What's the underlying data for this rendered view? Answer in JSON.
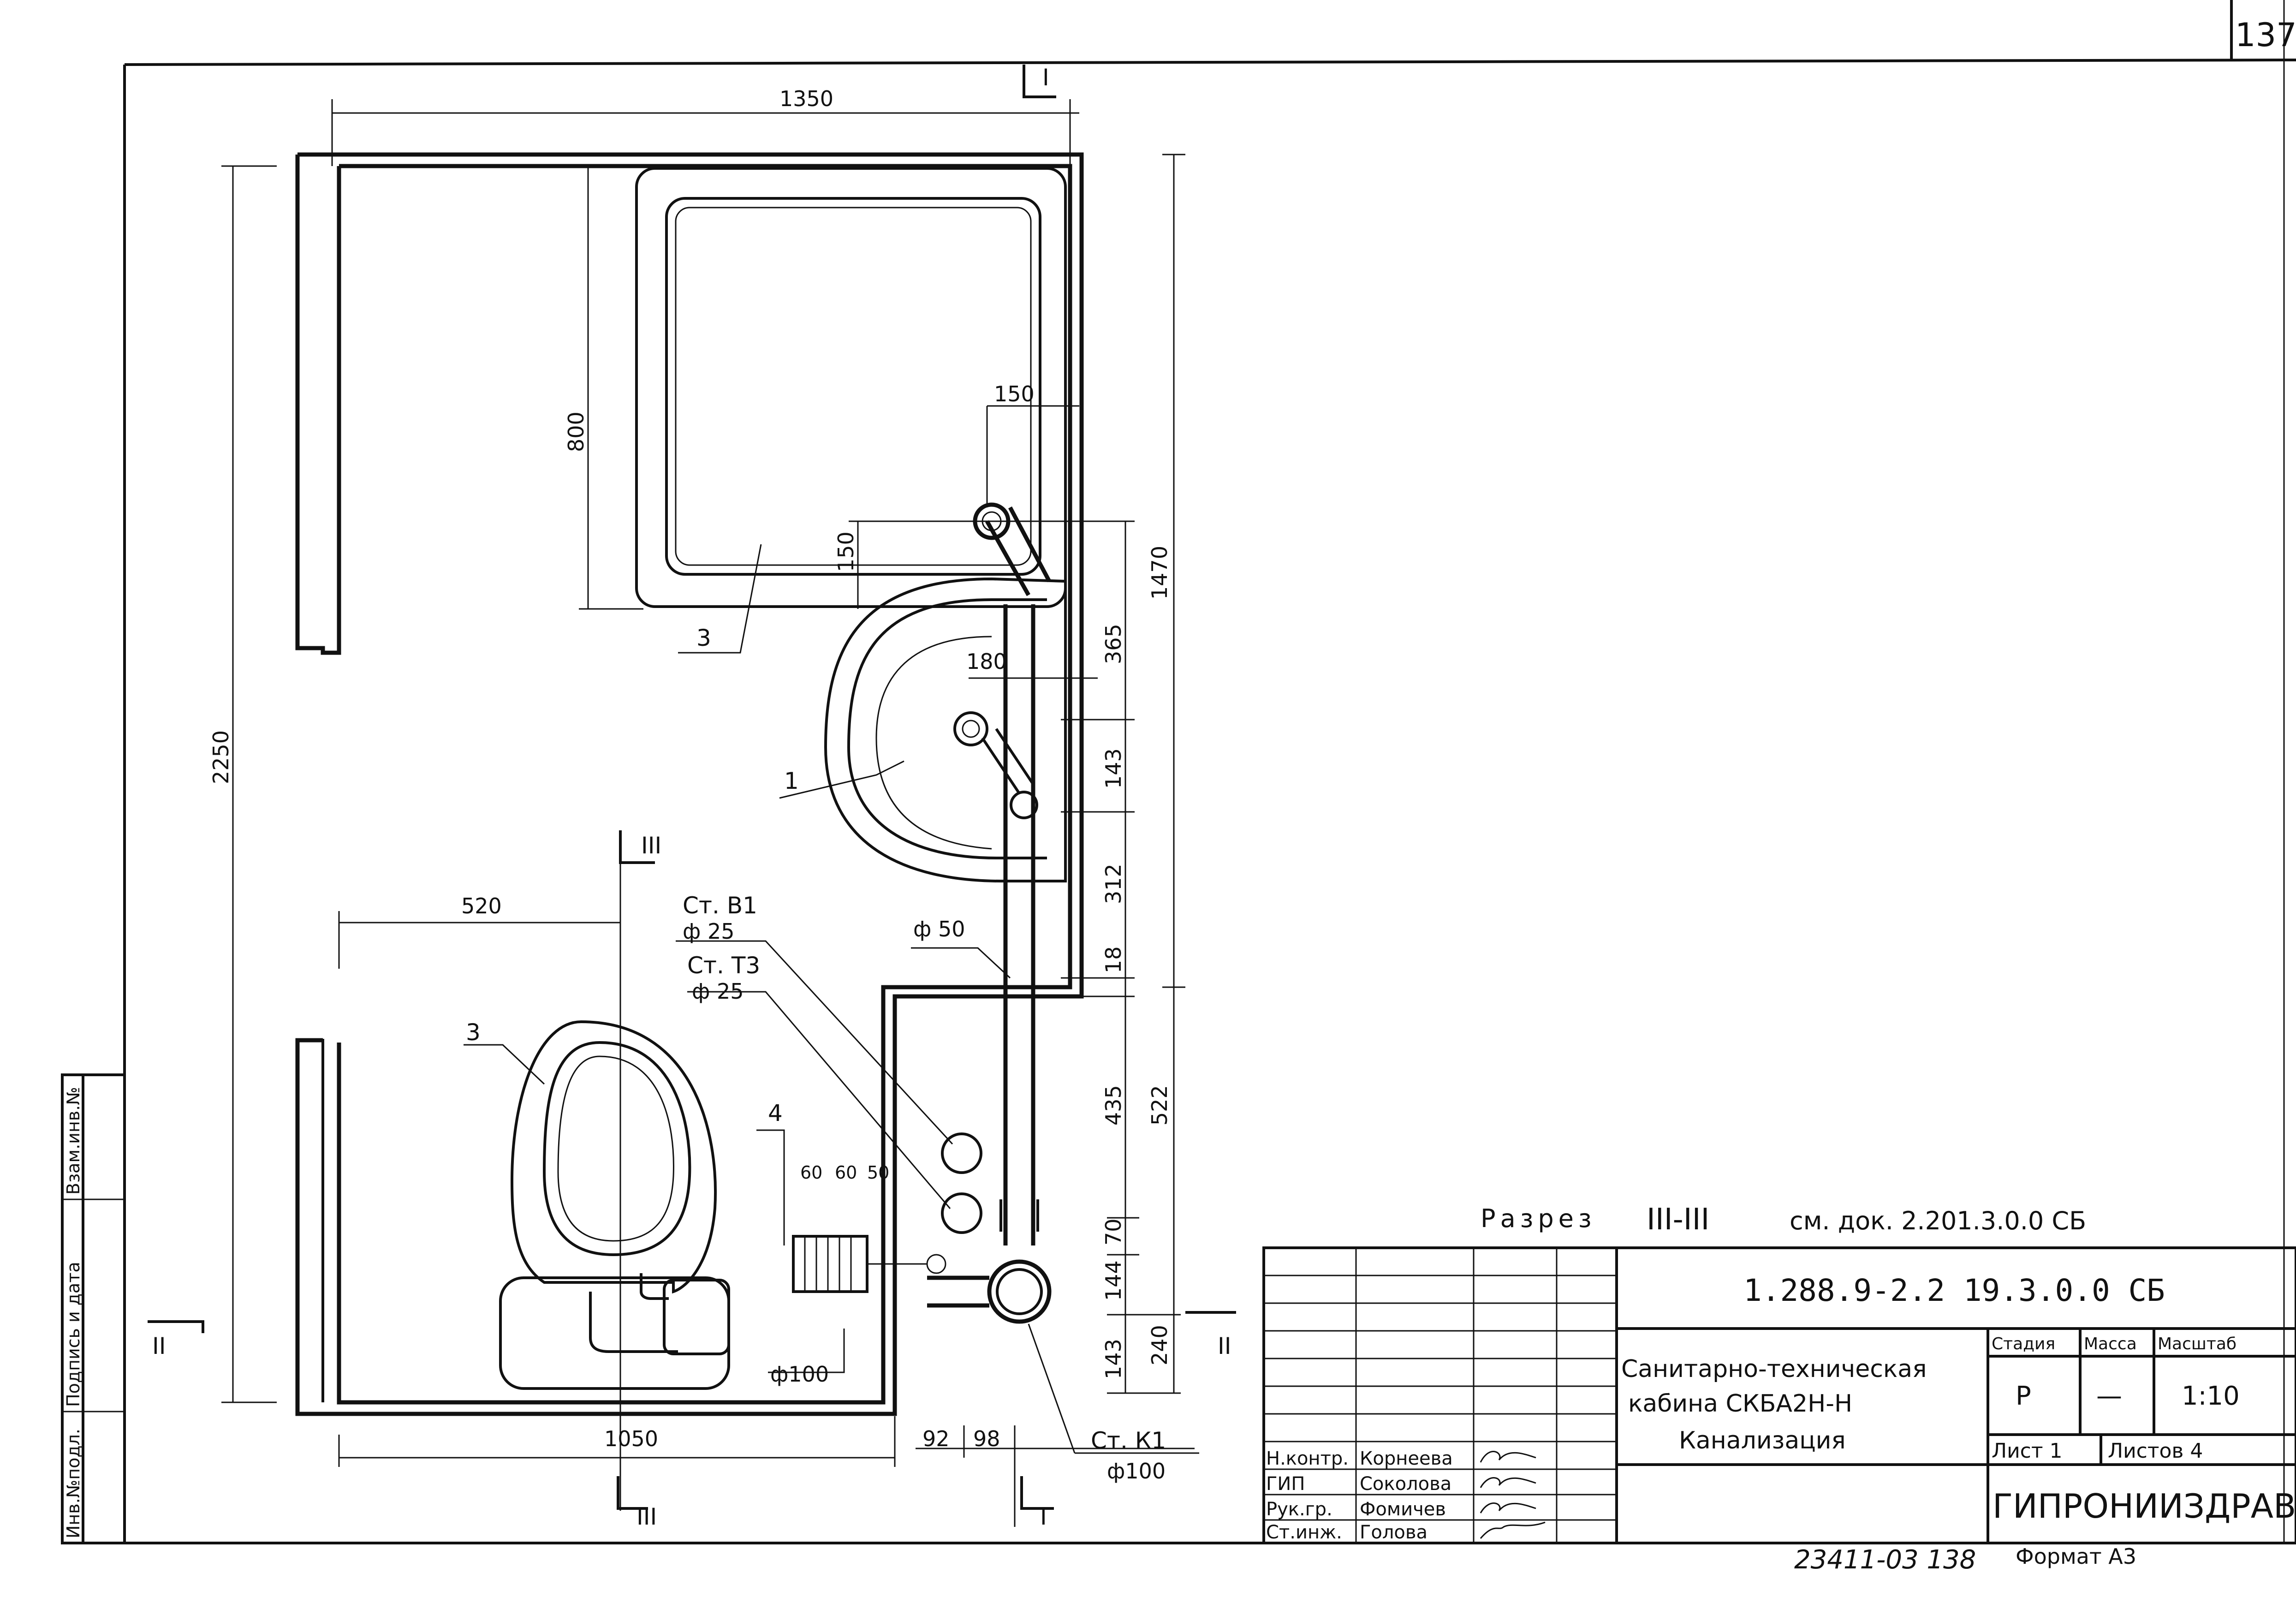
{
  "page_number": "137",
  "section_marks": {
    "one": "I",
    "three": "III",
    "two": "II"
  },
  "dimensions": {
    "d1350": "1350",
    "d800": "800",
    "d150a": "150",
    "d150b": "150",
    "d1470": "1470",
    "d365": "365",
    "d180": "180",
    "d143a": "143",
    "d312": "312",
    "d18": "18",
    "d2250": "2250",
    "d520": "520",
    "d435": "435",
    "d522": "522",
    "d60a": "60",
    "d60b": "60",
    "d50": "50",
    "d70": "70",
    "d144": "144",
    "d240": "240",
    "d143b": "143",
    "d1050": "1050",
    "d92": "92",
    "d98": "98"
  },
  "callouts": {
    "item3_top": "3",
    "item1": "1",
    "item3_left": "3",
    "item4": "4",
    "st_v1": "Ст. В1",
    "st_v1_d": "ф 25",
    "st_t3": "Ст. Т3",
    "st_t3_d": "ф 25",
    "phi50": "ф 50",
    "phi100": "ф100",
    "st_k1": "Ст. К1",
    "st_k1_d": "ф100"
  },
  "section_note": {
    "label": "Разрез",
    "mark": "III-III",
    "ref": "см. док. 2.201.3.0.0 СБ"
  },
  "left_stamp": [
    "Инв.№подл.",
    "Подпись и дата",
    "Взам.инв.№"
  ],
  "title_block": {
    "doc_code": "1.288.9-2.2  19.3.0.0 СБ",
    "name_lines": [
      "Санитарно-техническая",
      "кабина СКБА2Н-Н",
      "Канализация"
    ],
    "headers": [
      "Стадия",
      "Масса",
      "Масштаб"
    ],
    "stage": "Р",
    "mass": "—",
    "scale": "1:10",
    "sheet_label": "Лист 1",
    "sheets_label": "Листов 4",
    "organization": "ГИПРОНИИЗДРАВ",
    "roles": [
      "Н.контр.",
      "ГИП",
      "Рук.гр.",
      "Ст.инж."
    ],
    "names": [
      "Корнеева",
      "Соколова",
      "Фомичев",
      "Голова"
    ]
  },
  "footer": {
    "archive": "23411-03  138",
    "format": "Формат А3"
  }
}
